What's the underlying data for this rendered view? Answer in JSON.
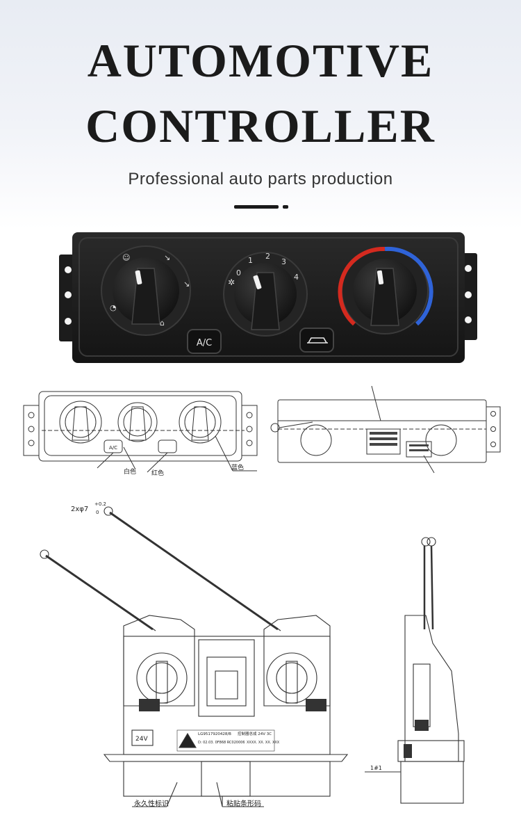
{
  "header": {
    "title_line1": "AUTOMOTIVE",
    "title_line2": "CONTROLLER",
    "subtitle": "Professional auto parts production"
  },
  "photo": {
    "ac_button_label": "A/C",
    "fan_speed_labels": [
      "0",
      "1",
      "2",
      "3",
      "4"
    ]
  },
  "drawings": {
    "front_labels": {
      "white": "白色",
      "red": "红色",
      "blue": "蓝色",
      "ac": "A/C"
    },
    "big": {
      "hole_spec": "2xφ7",
      "tol_upper": "+0.2",
      "tol_lower": "0",
      "voltage": "24V",
      "part_number": "LG9517920428/B",
      "product_name": "控制器总成 24V 3C",
      "date_code": "D: 02.03. 0F868 RC020006",
      "serial": "XXXX. XX. XX. XXX",
      "label_permanent": "永久性标识",
      "label_barcode": "粘贴条形码"
    },
    "side": {
      "side_label": "1#1"
    }
  },
  "colors": {
    "panel": "#1a1a1a",
    "knob": "#1e1e1e",
    "hot_red": "#d42a1f",
    "cold_blue": "#2f63d8",
    "line": "#333333"
  }
}
